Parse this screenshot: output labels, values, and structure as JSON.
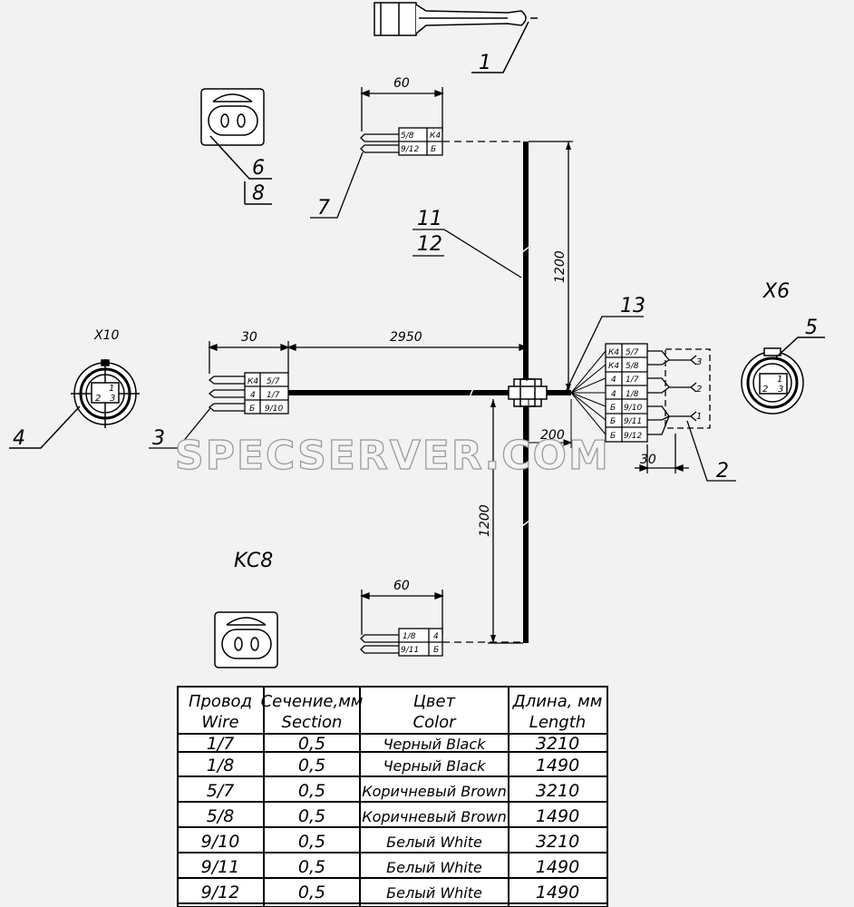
{
  "callouts": {
    "c1": "1",
    "c2": "2",
    "c3": "3",
    "c4": "4",
    "c5": "5",
    "c6": "6",
    "c8": "8",
    "c7": "7",
    "c11": "11",
    "c12": "12",
    "c13": "13"
  },
  "connectors": {
    "x10": "X10",
    "x6": "X6",
    "kc8": "KC8"
  },
  "dimensions": {
    "d60_top": "60",
    "d1200_top": "1200",
    "d30_left": "30",
    "d2950": "2950",
    "d200": "200",
    "d30_right": "30",
    "d1200_bottom": "1200",
    "d60_bottom": "60"
  },
  "connector_top": {
    "rows": [
      [
        "5/8",
        "К4"
      ],
      [
        "9/12",
        "Б"
      ]
    ]
  },
  "connector_left": {
    "rows": [
      [
        "К4",
        "5/7"
      ],
      [
        "4",
        "1/7"
      ],
      [
        "Б",
        "9/10"
      ]
    ]
  },
  "connector_right": {
    "rows": [
      [
        "К4",
        "5/7"
      ],
      [
        "К4",
        "5/8"
      ],
      [
        "4",
        "1/7"
      ],
      [
        "4",
        "1/8"
      ],
      [
        "Б",
        "9/10"
      ],
      [
        "Б",
        "9/11"
      ],
      [
        "Б",
        "9/12"
      ]
    ]
  },
  "connector_bottom": {
    "rows": [
      [
        "1/8",
        "4"
      ],
      [
        "9/11",
        "Б"
      ]
    ]
  },
  "pins_right": {
    "p3": "3",
    "p2": "2",
    "p1": "1"
  },
  "x10_pins": {
    "p1": "1",
    "p2": "2",
    "p3": "3"
  },
  "x6_pins": {
    "p1": "1",
    "p2": "2",
    "p3": "3"
  },
  "watermark": "SPECSERVER.COM",
  "table": {
    "headers": [
      [
        "Провод",
        "Wire"
      ],
      [
        "Сечение,мм",
        "Section"
      ],
      [
        "Цвет",
        "Color"
      ],
      [
        "Длина, мм",
        "Length"
      ]
    ],
    "rows": [
      [
        "1/7",
        "0,5",
        "Черный Black",
        "3210"
      ],
      [
        "1/8",
        "0,5",
        "Черный Black",
        "1490"
      ],
      [
        "5/7",
        "0,5",
        "Коричневый Brown",
        "3210"
      ],
      [
        "5/8",
        "0,5",
        "Коричневый Brown",
        "1490"
      ],
      [
        "9/10",
        "0,5",
        "Белый White",
        "3210"
      ],
      [
        "9/11",
        "0,5",
        "Белый White",
        "1490"
      ],
      [
        "9/12",
        "0,5",
        "Белый White",
        "1490"
      ]
    ]
  }
}
